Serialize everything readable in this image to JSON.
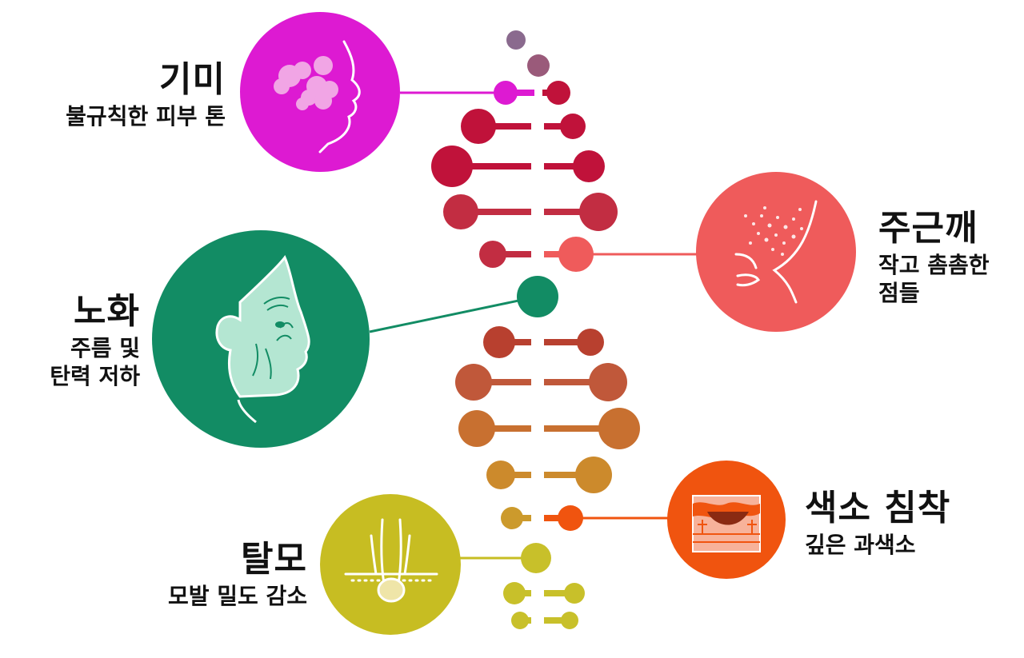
{
  "items": [
    {
      "title": "기미",
      "subtitle": "불규칙한 피부 톤",
      "color": "#dd1ad2",
      "icon": "face-pigment-icon"
    },
    {
      "title": "주근깨",
      "subtitle": "작고 촘촘한\n점들",
      "color": "#ef5b5b",
      "icon": "face-freckles-icon"
    },
    {
      "title": "노화",
      "subtitle": "주름 및\n탄력 저하",
      "color": "#128c64",
      "icon": "aging-face-icon"
    },
    {
      "title": "색소 침착",
      "subtitle": "깊은 과색소",
      "color": "#f0540f",
      "icon": "skin-layer-icon"
    },
    {
      "title": "탈모",
      "subtitle": "모발 밀도 감소",
      "color": "#c7bd22",
      "icon": "hair-follicle-icon"
    }
  ],
  "helix_colors": {
    "top": "#8a6a8e",
    "upper": "#c0123a",
    "middle": "#b8402f",
    "lower": "#c98a2a",
    "bottom": "#c8c02a"
  }
}
